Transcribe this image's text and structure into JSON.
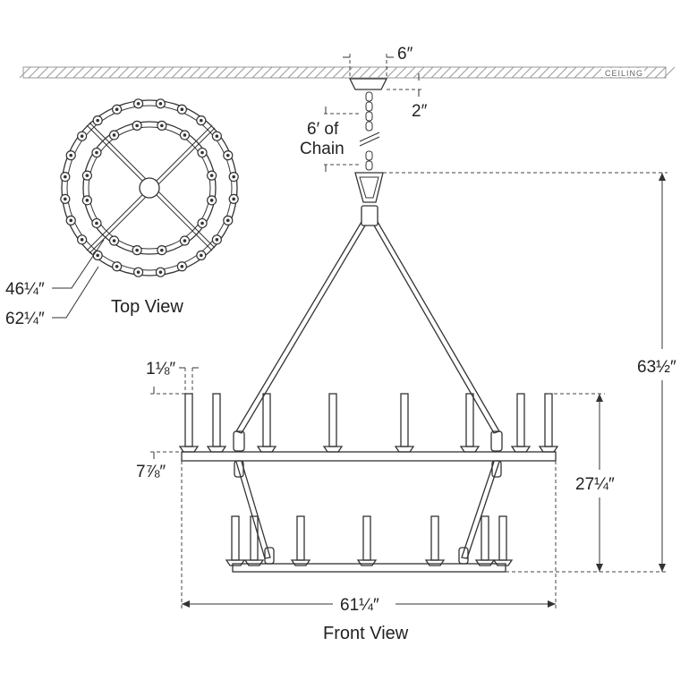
{
  "ceiling_label": "CEILING",
  "dimensions": {
    "canopy_width": "6″",
    "canopy_height": "2″",
    "chain_length_line1": "6′ of",
    "chain_length_line2": "Chain",
    "inner_ring_diameter": "46¼″",
    "outer_ring_diameter": "62¼″",
    "candle_width": "1⅛″",
    "ring_band_height": "7⅞″",
    "overall_height": "63½″",
    "fixture_height": "27¼″",
    "overall_width": "61¼″"
  },
  "views": {
    "top": "Top View",
    "front": "Front View"
  },
  "colors": {
    "line": "#333333",
    "hatch": "#999999",
    "background": "#ffffff"
  }
}
